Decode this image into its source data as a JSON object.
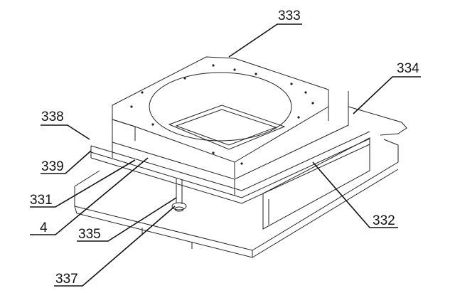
{
  "figure": {
    "labels": {
      "l333": "333",
      "l334": "334",
      "l338": "338",
      "l339": "339",
      "l331": "331",
      "l4": "4",
      "l335": "335",
      "l337": "337",
      "l332": "332"
    }
  }
}
